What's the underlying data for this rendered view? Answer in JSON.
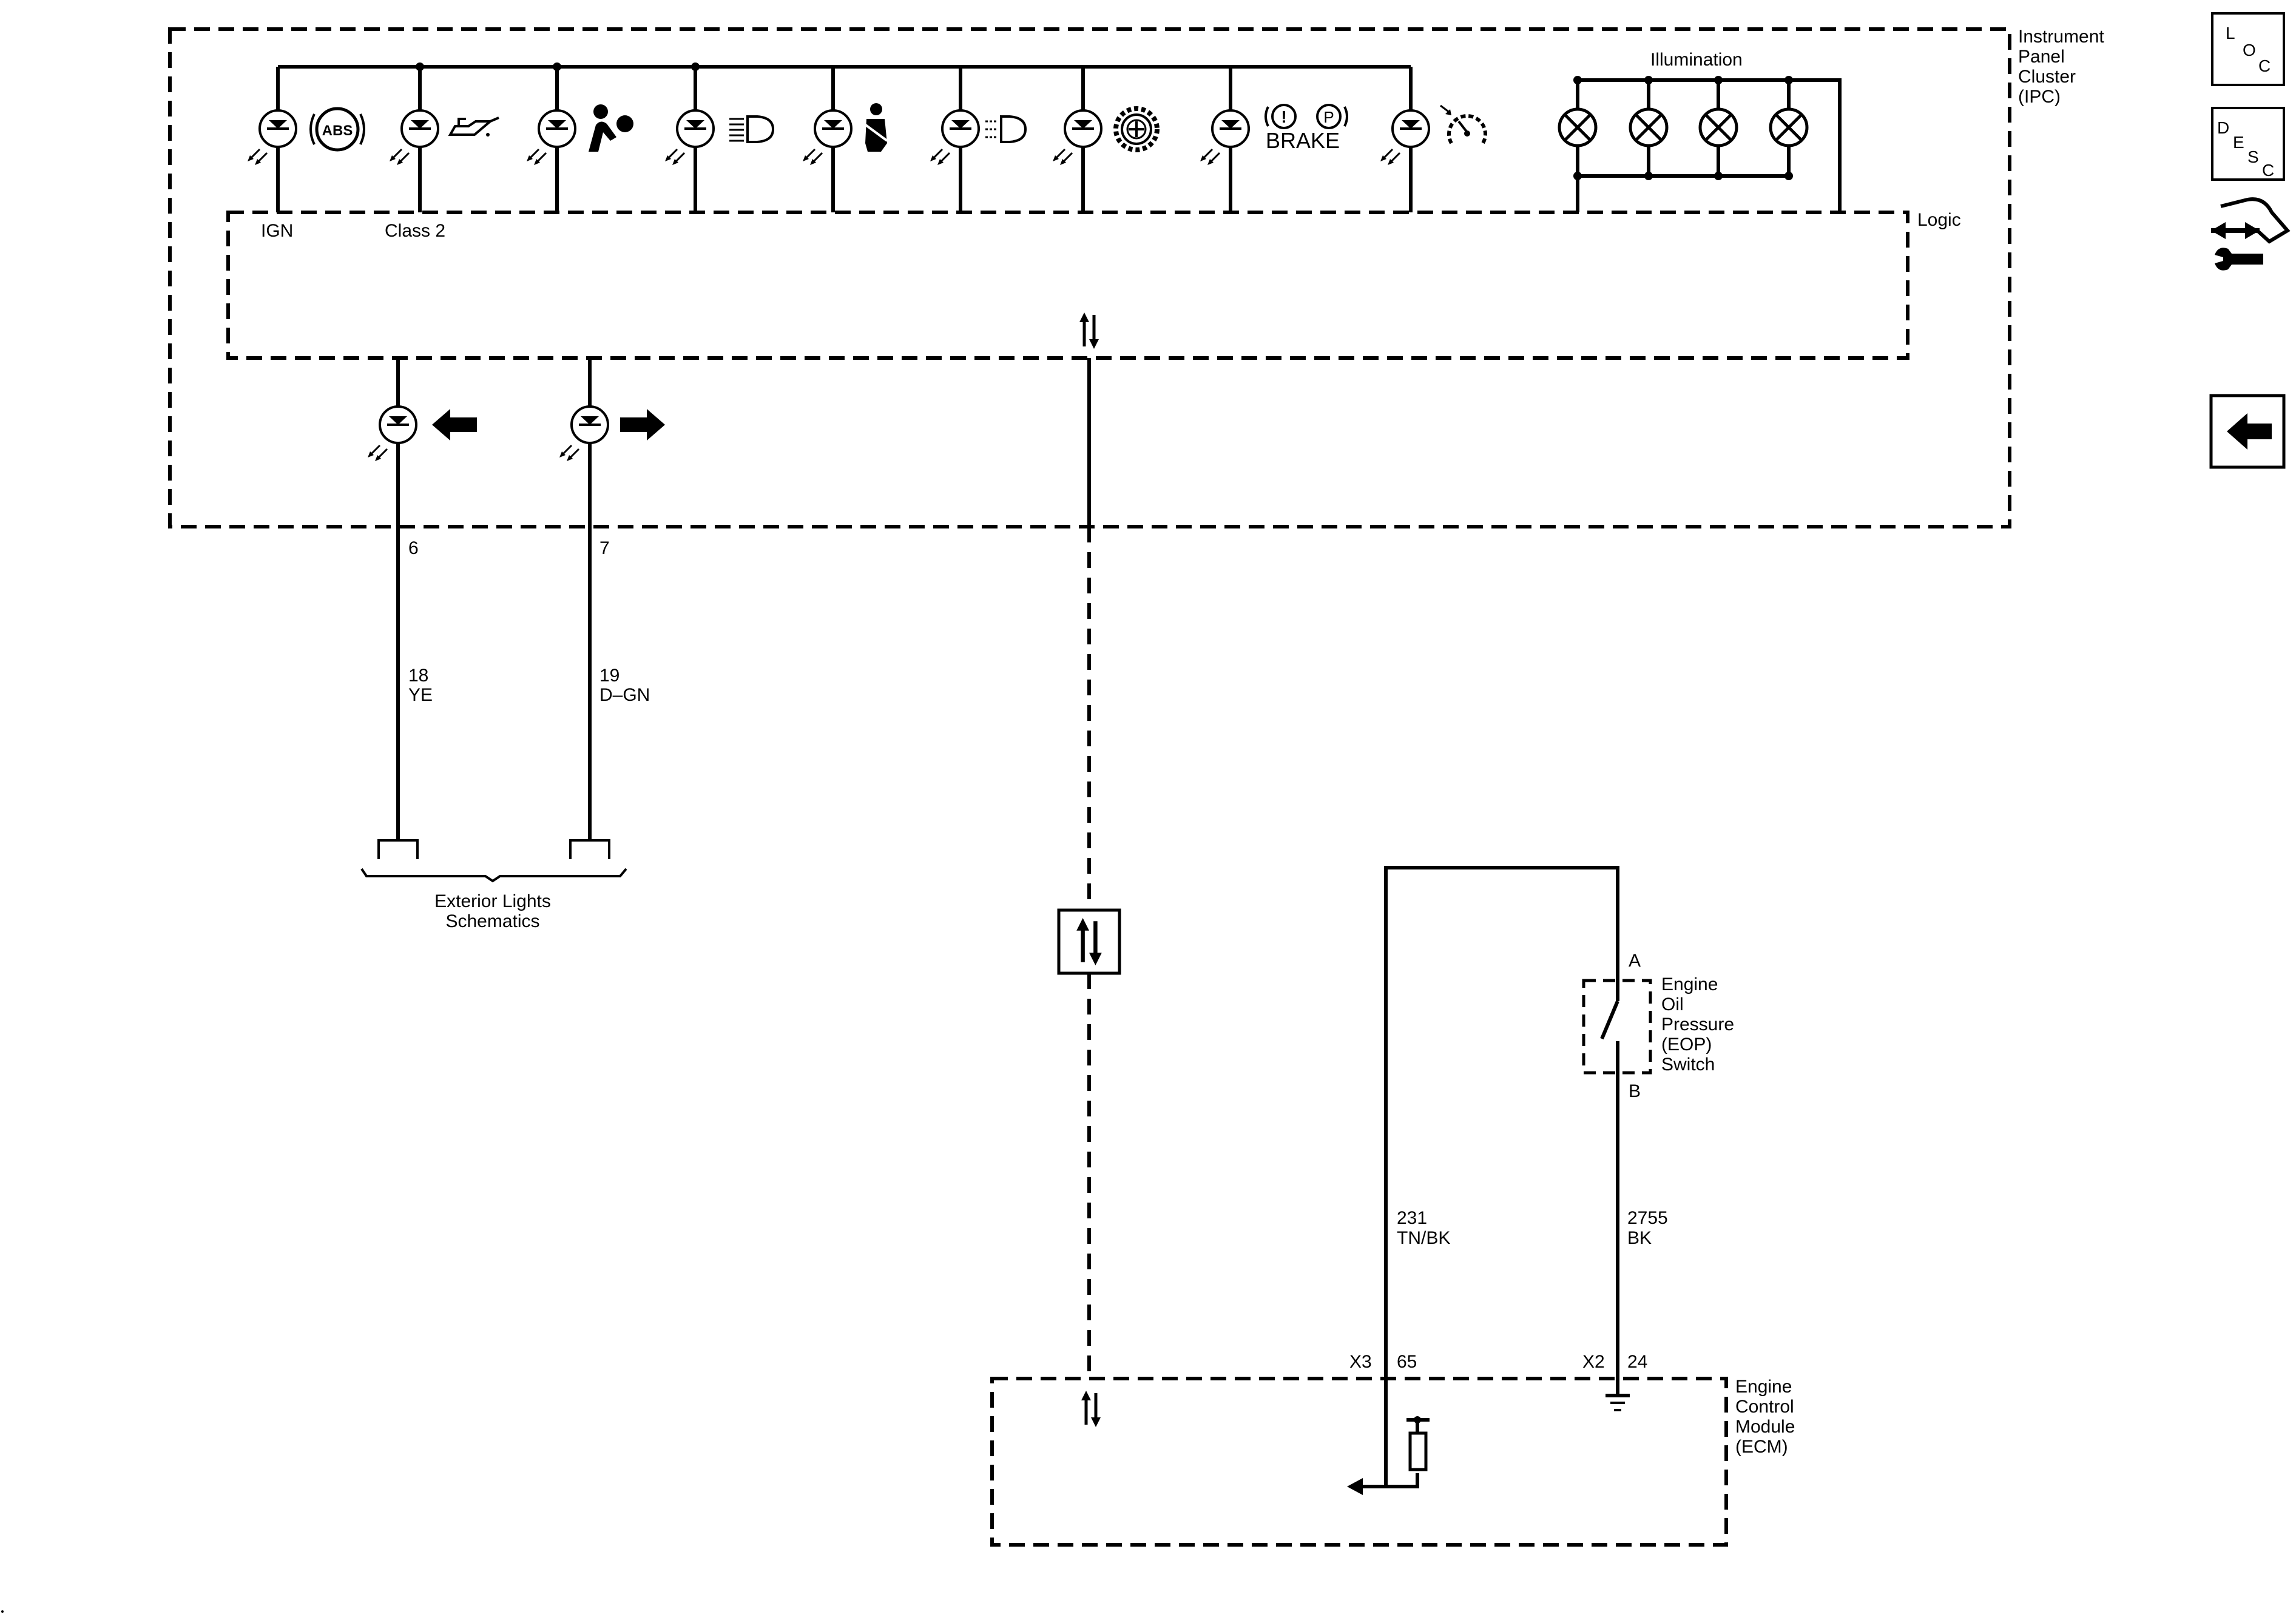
{
  "ipc": {
    "name_lines": [
      "Instrument",
      "Panel",
      "Cluster",
      "(IPC)"
    ],
    "logic_label": "Logic",
    "illumination_label": "Illumination",
    "ign_label": "IGN",
    "class2_label": "Class 2",
    "abs_text": "ABS",
    "brake_text": "BRAKE",
    "brake_icons": [
      "!",
      "P"
    ]
  },
  "ipc_outputs": [
    {
      "pin": "6",
      "circuit": "18",
      "color": "YE"
    },
    {
      "pin": "7",
      "circuit": "19",
      "color": "D–GN"
    }
  ],
  "exterior_lights": {
    "lines": [
      "Exterior Lights",
      "Schematics"
    ]
  },
  "eop_switch": {
    "name_lines": [
      "Engine",
      "Oil",
      "Pressure",
      "(EOP)",
      "Switch"
    ],
    "terminal_a": "A",
    "terminal_b": "B"
  },
  "circuits": [
    {
      "circuit": "231",
      "color": "TN/BK",
      "connector": "X3",
      "pin": "65"
    },
    {
      "circuit": "2755",
      "color": "BK",
      "connector": "X2",
      "pin": "24"
    }
  ],
  "ecm": {
    "name_lines": [
      "Engine",
      "Control",
      "Module",
      "(ECM)"
    ]
  },
  "nav": {
    "loc_letters": [
      "L",
      "O",
      "C"
    ],
    "desc_letters": [
      "D",
      "E",
      "S",
      "C"
    ]
  },
  "icons": [
    "abs-icon",
    "oil-can-icon",
    "airbag-icon",
    "high-beam-icon",
    "seatbelt-icon",
    "fog-lamp-icon",
    "gear-icon",
    "brake-icon",
    "speedometer-icon",
    "left-turn-arrow-icon",
    "right-turn-arrow-icon",
    "bulb-icon",
    "led-icon",
    "bidirectional-arrows-icon",
    "switch-icon",
    "ground-icon",
    "resistor-icon",
    "wrench-icon",
    "back-arrow-icon"
  ]
}
